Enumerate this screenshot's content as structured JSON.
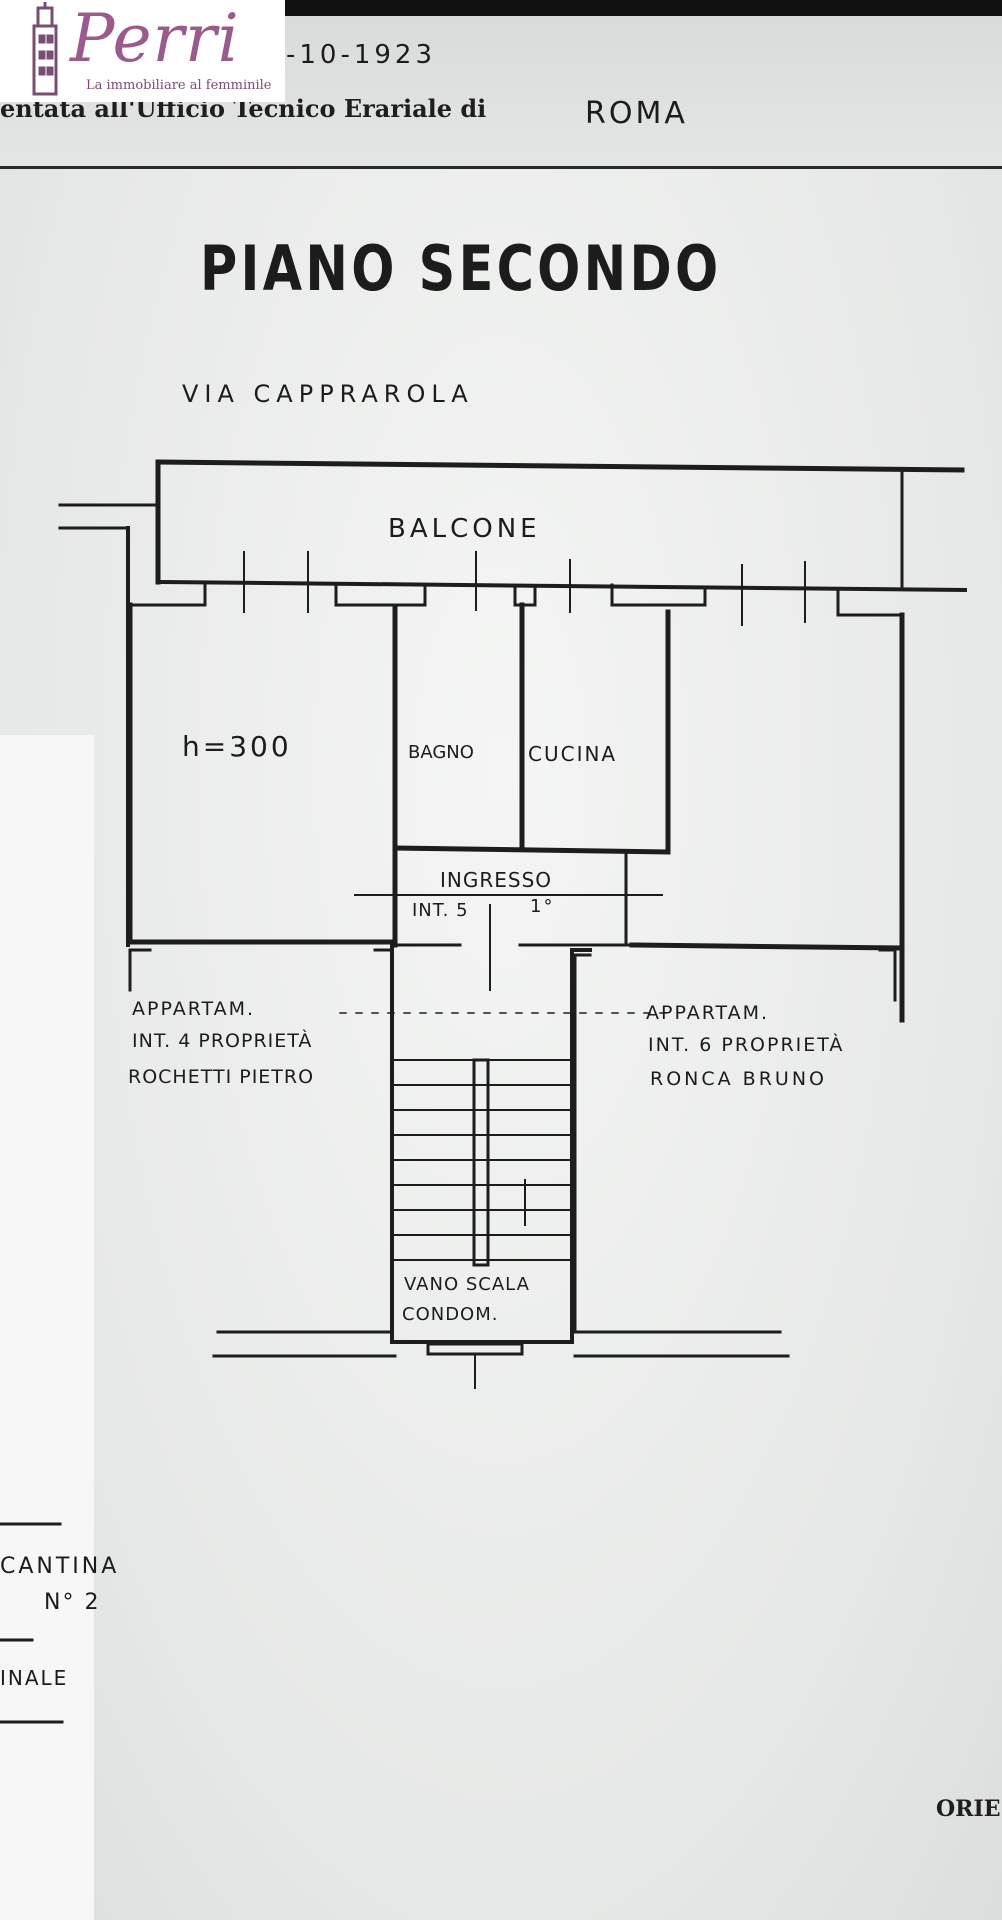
{
  "logo": {
    "name": "Perri",
    "tagline": "La immobiliare al femminile",
    "color": "#9a5a8c"
  },
  "header": {
    "date": "-10-1923",
    "office": "entata all'Ufficio Tecnico Erariale di",
    "city": "ROMA"
  },
  "plan": {
    "title": "PIANO SECONDO",
    "street": "VIA CAPPRAROLA",
    "rooms": {
      "balcony": "BALCONE",
      "height": "h=300",
      "bath": "BAGNO",
      "kitchen": "CUCINA",
      "entrance_1": "INGRESSO",
      "entrance_2": "INT. 5",
      "entrance_3": "1°",
      "stair_1": "VANO SCALA",
      "stair_2": "CONDOM."
    },
    "neighbour_left": {
      "line1": "APPARTAM.",
      "line2": "INT. 4 PROPRIETÀ",
      "line3": "ROCHETTI PIETRO"
    },
    "neighbour_right": {
      "line1": "APPARTAM.",
      "line2": "INT. 6 PROPRIETÀ",
      "line3": "RONCA BRUNO"
    }
  },
  "legend": {
    "cellar_1": "CANTINA",
    "cellar_2": "N° 2",
    "attic": "INALE"
  },
  "footer": {
    "orientation": "ORIE"
  }
}
